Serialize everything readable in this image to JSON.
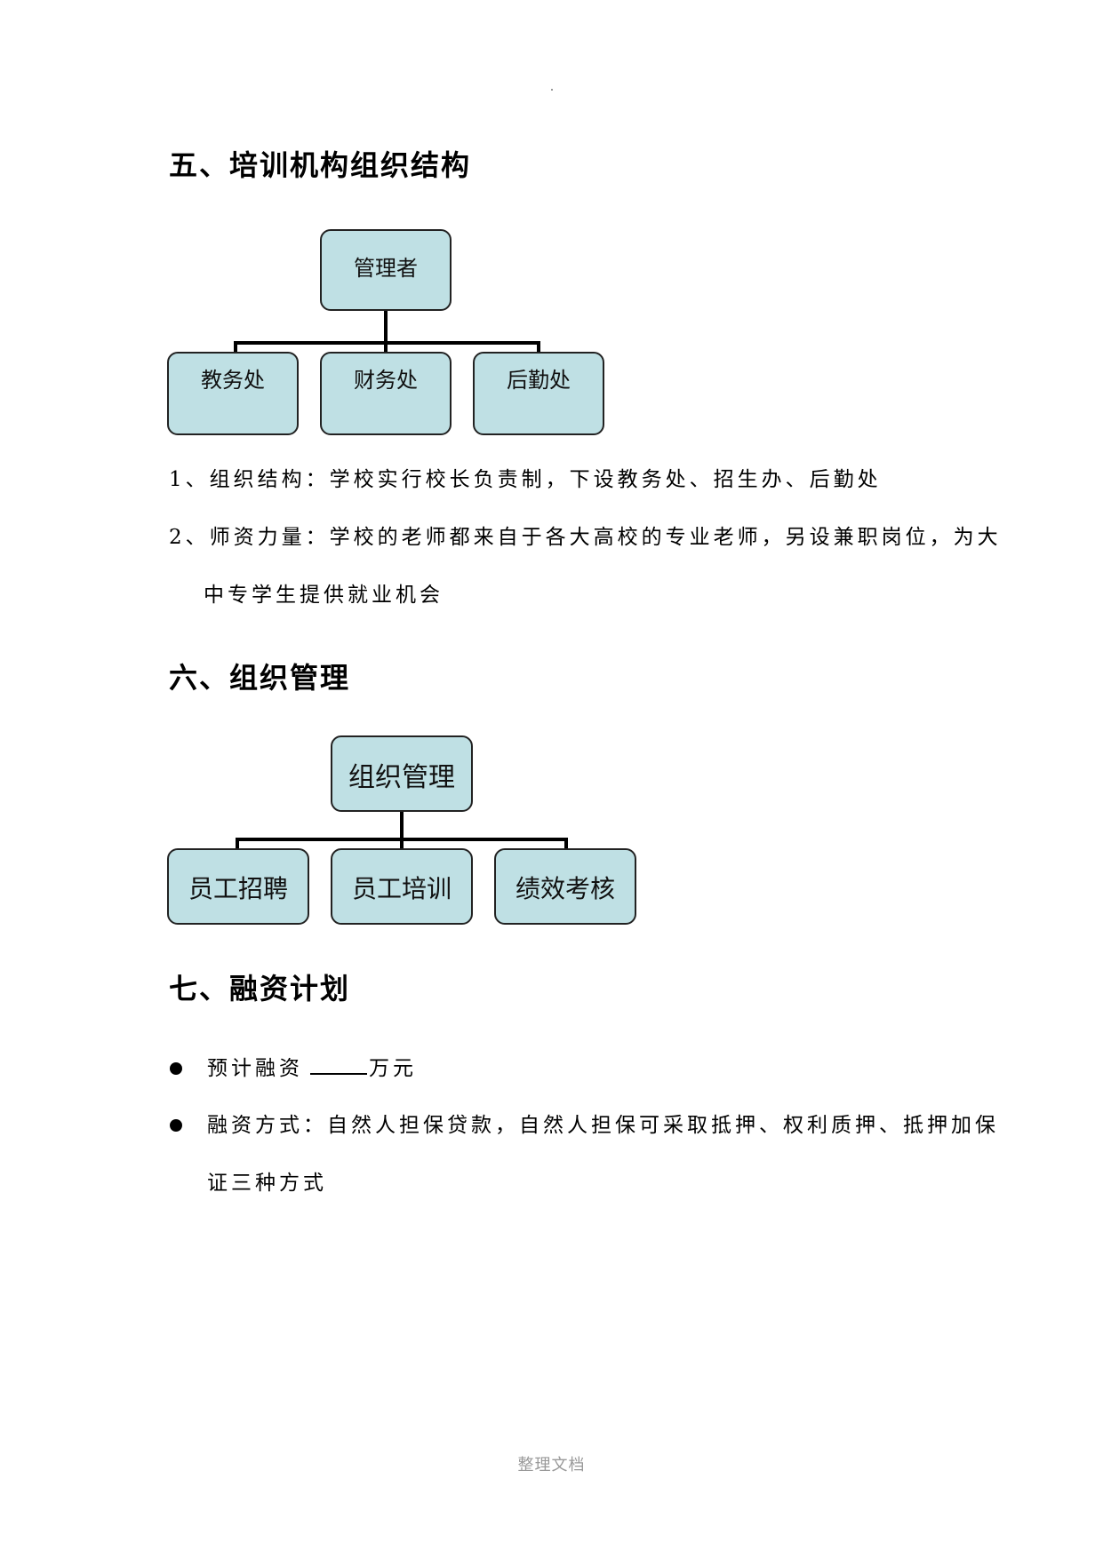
{
  "section5": {
    "heading": "五、培训机构组织结构",
    "chart": {
      "root": "管理者",
      "children": [
        "教务处",
        "财务处",
        "后勤处"
      ]
    },
    "items": [
      "1、组织结构：学校实行校长负责制，下设教务处、招生办、后勤处",
      "2、师资力量：学校的老师都来自于各大高校的专业老师，另设兼职岗位，为大",
      "中专学生提供就业机会"
    ]
  },
  "section6": {
    "heading": "六、组织管理",
    "chart": {
      "root": "组织管理",
      "children": [
        "员工招聘",
        "员工培训",
        "绩效考核"
      ]
    }
  },
  "section7": {
    "heading": "七、融资计划",
    "bullets": {
      "b1_prefix": "预计融资",
      "b1_suffix": "万元",
      "b2_line1": "融资方式：自然人担保贷款，自然人担保可采取抵押、权利质押、抵押加保",
      "b2_line2": "证三种方式"
    }
  },
  "footer": {
    "text": "整理文档"
  }
}
